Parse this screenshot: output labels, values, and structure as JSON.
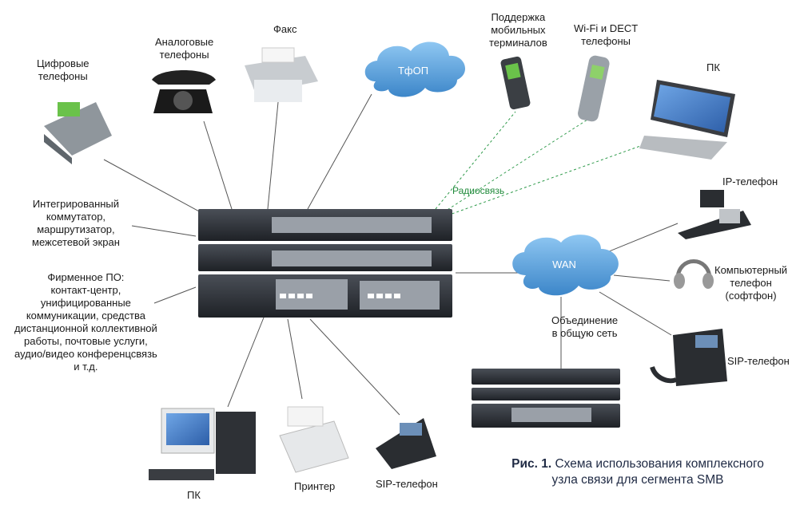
{
  "labels": {
    "digital_phones": [
      "Цифровые",
      "телефоны"
    ],
    "analog_phones": [
      "Аналоговые",
      "телефоны"
    ],
    "fax": "Факс",
    "pstn": "ТфОП",
    "mobile_support": [
      "Поддержка",
      "мобильных",
      "терминалов"
    ],
    "wifi_dect": [
      "Wi-Fi и DECT",
      "телефоны"
    ],
    "pc_top": "ПК",
    "ip_phone": "IP-телефон",
    "radio_link": "Радиосвязь",
    "integrated_switch": [
      "Интегрированный",
      "коммутатор,",
      "маршрутизатор,",
      "межсетевой экран"
    ],
    "software": [
      "Фирменное ПО:",
      "контакт-центр,",
      "унифицированные",
      "коммуникации, средства",
      "дистанционной коллективной",
      "работы, почтовые услуги,",
      "аудио/видео конференцсвязь",
      "и т.д."
    ],
    "wan": "WAN",
    "softphone": [
      "Компьютерный",
      "телефон",
      "(софтфон)"
    ],
    "network_merge": [
      "Объединение",
      "в общую сеть"
    ],
    "sip_phone_right": "SIP-телефон",
    "pc_bottom": "ПК",
    "printer": "Принтер",
    "sip_phone_bottom": "SIP-телефон"
  },
  "caption": {
    "prefix": "Рис. 1.",
    "line1": "Схема использования комплексного",
    "line2": "узла связи для сегмента SMB"
  },
  "colors": {
    "cloud": "#5aa6e0",
    "link": "#555555",
    "radio": "#2e9a4a",
    "device": "#2b2f36"
  }
}
